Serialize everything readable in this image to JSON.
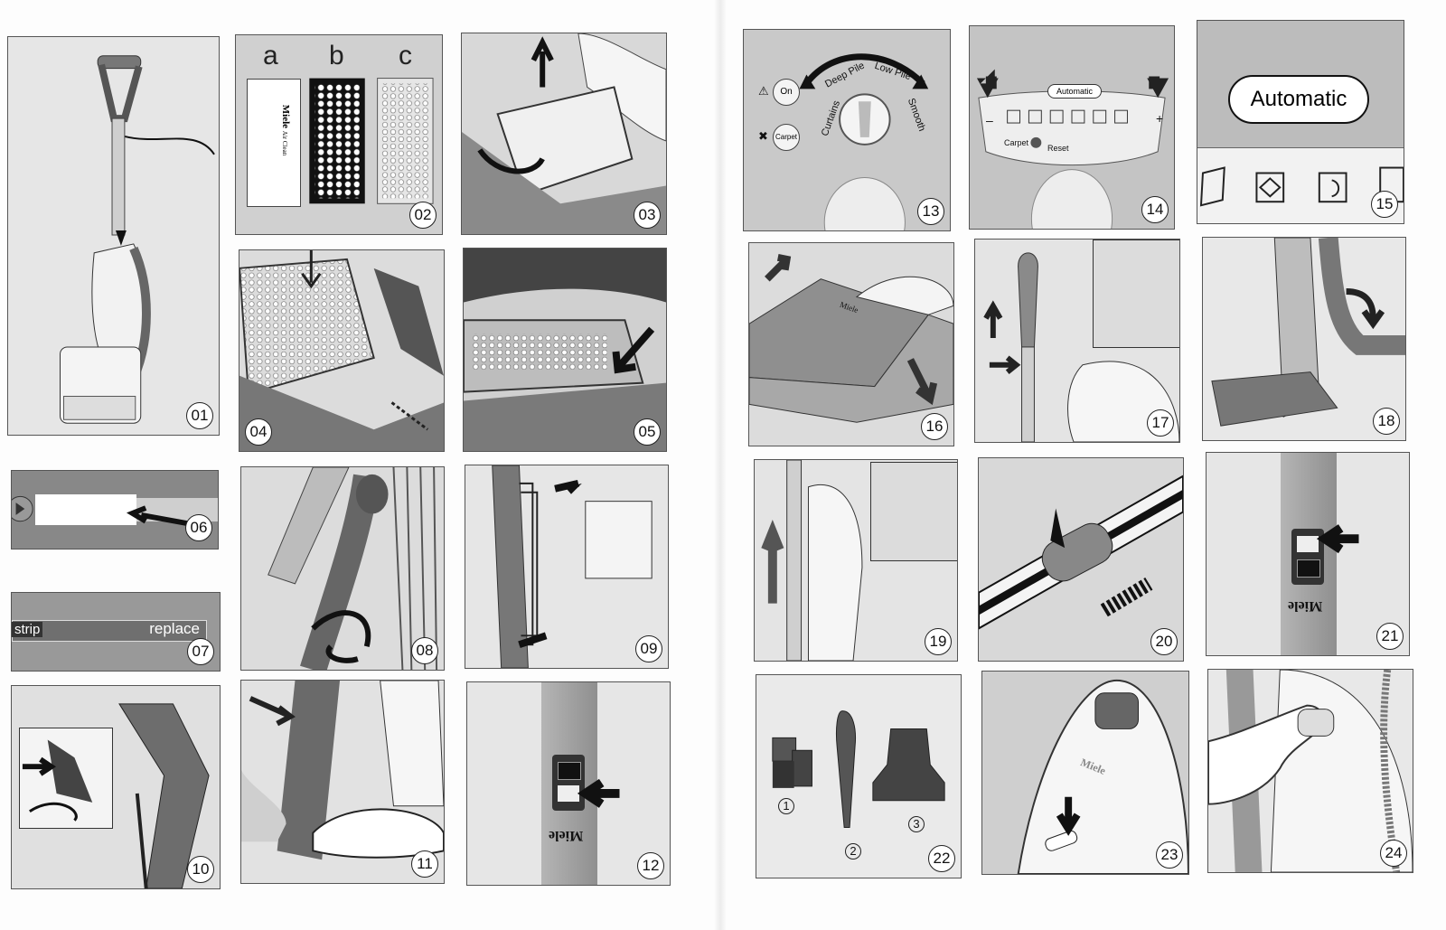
{
  "panels": [
    {
      "id": "p01",
      "number": "01"
    },
    {
      "id": "p02",
      "number": "02",
      "filter_letters": [
        "a",
        "b",
        "c"
      ],
      "filter_card": {
        "brand": "Miele",
        "title": "Air Clean"
      }
    },
    {
      "id": "p03",
      "number": "03"
    },
    {
      "id": "p04",
      "number": "04"
    },
    {
      "id": "p05",
      "number": "05"
    },
    {
      "id": "p06",
      "number": "06"
    },
    {
      "id": "p07",
      "number": "07",
      "strip_label": "strip",
      "replace_label": "replace"
    },
    {
      "id": "p08",
      "number": "08"
    },
    {
      "id": "p09",
      "number": "09"
    },
    {
      "id": "p10",
      "number": "10"
    },
    {
      "id": "p11",
      "number": "11"
    },
    {
      "id": "p12",
      "number": "12",
      "brand": "Miele"
    },
    {
      "id": "p13",
      "number": "13",
      "dial_settings": [
        "Curtains",
        "Deep Pile",
        "Low Pile",
        "Smooth"
      ],
      "on_label": "On",
      "carpet_label": "Carpet"
    },
    {
      "id": "p14",
      "number": "14",
      "automatic_label": "Automatic",
      "carpet_label": "Carpet",
      "reset_label": "Reset",
      "minus_label": "–",
      "plus_label": "+"
    },
    {
      "id": "p15",
      "number": "15",
      "automatic_label": "Automatic"
    },
    {
      "id": "p16",
      "number": "16",
      "brand": "Miele"
    },
    {
      "id": "p17",
      "number": "17"
    },
    {
      "id": "p18",
      "number": "18"
    },
    {
      "id": "p19",
      "number": "19"
    },
    {
      "id": "p20",
      "number": "20"
    },
    {
      "id": "p21",
      "number": "21",
      "brand": "Miele"
    },
    {
      "id": "p22",
      "number": "22",
      "accessory_numbers": [
        "1",
        "2",
        "3"
      ]
    },
    {
      "id": "p23",
      "number": "23",
      "brand": "Miele"
    },
    {
      "id": "p24",
      "number": "24"
    }
  ]
}
